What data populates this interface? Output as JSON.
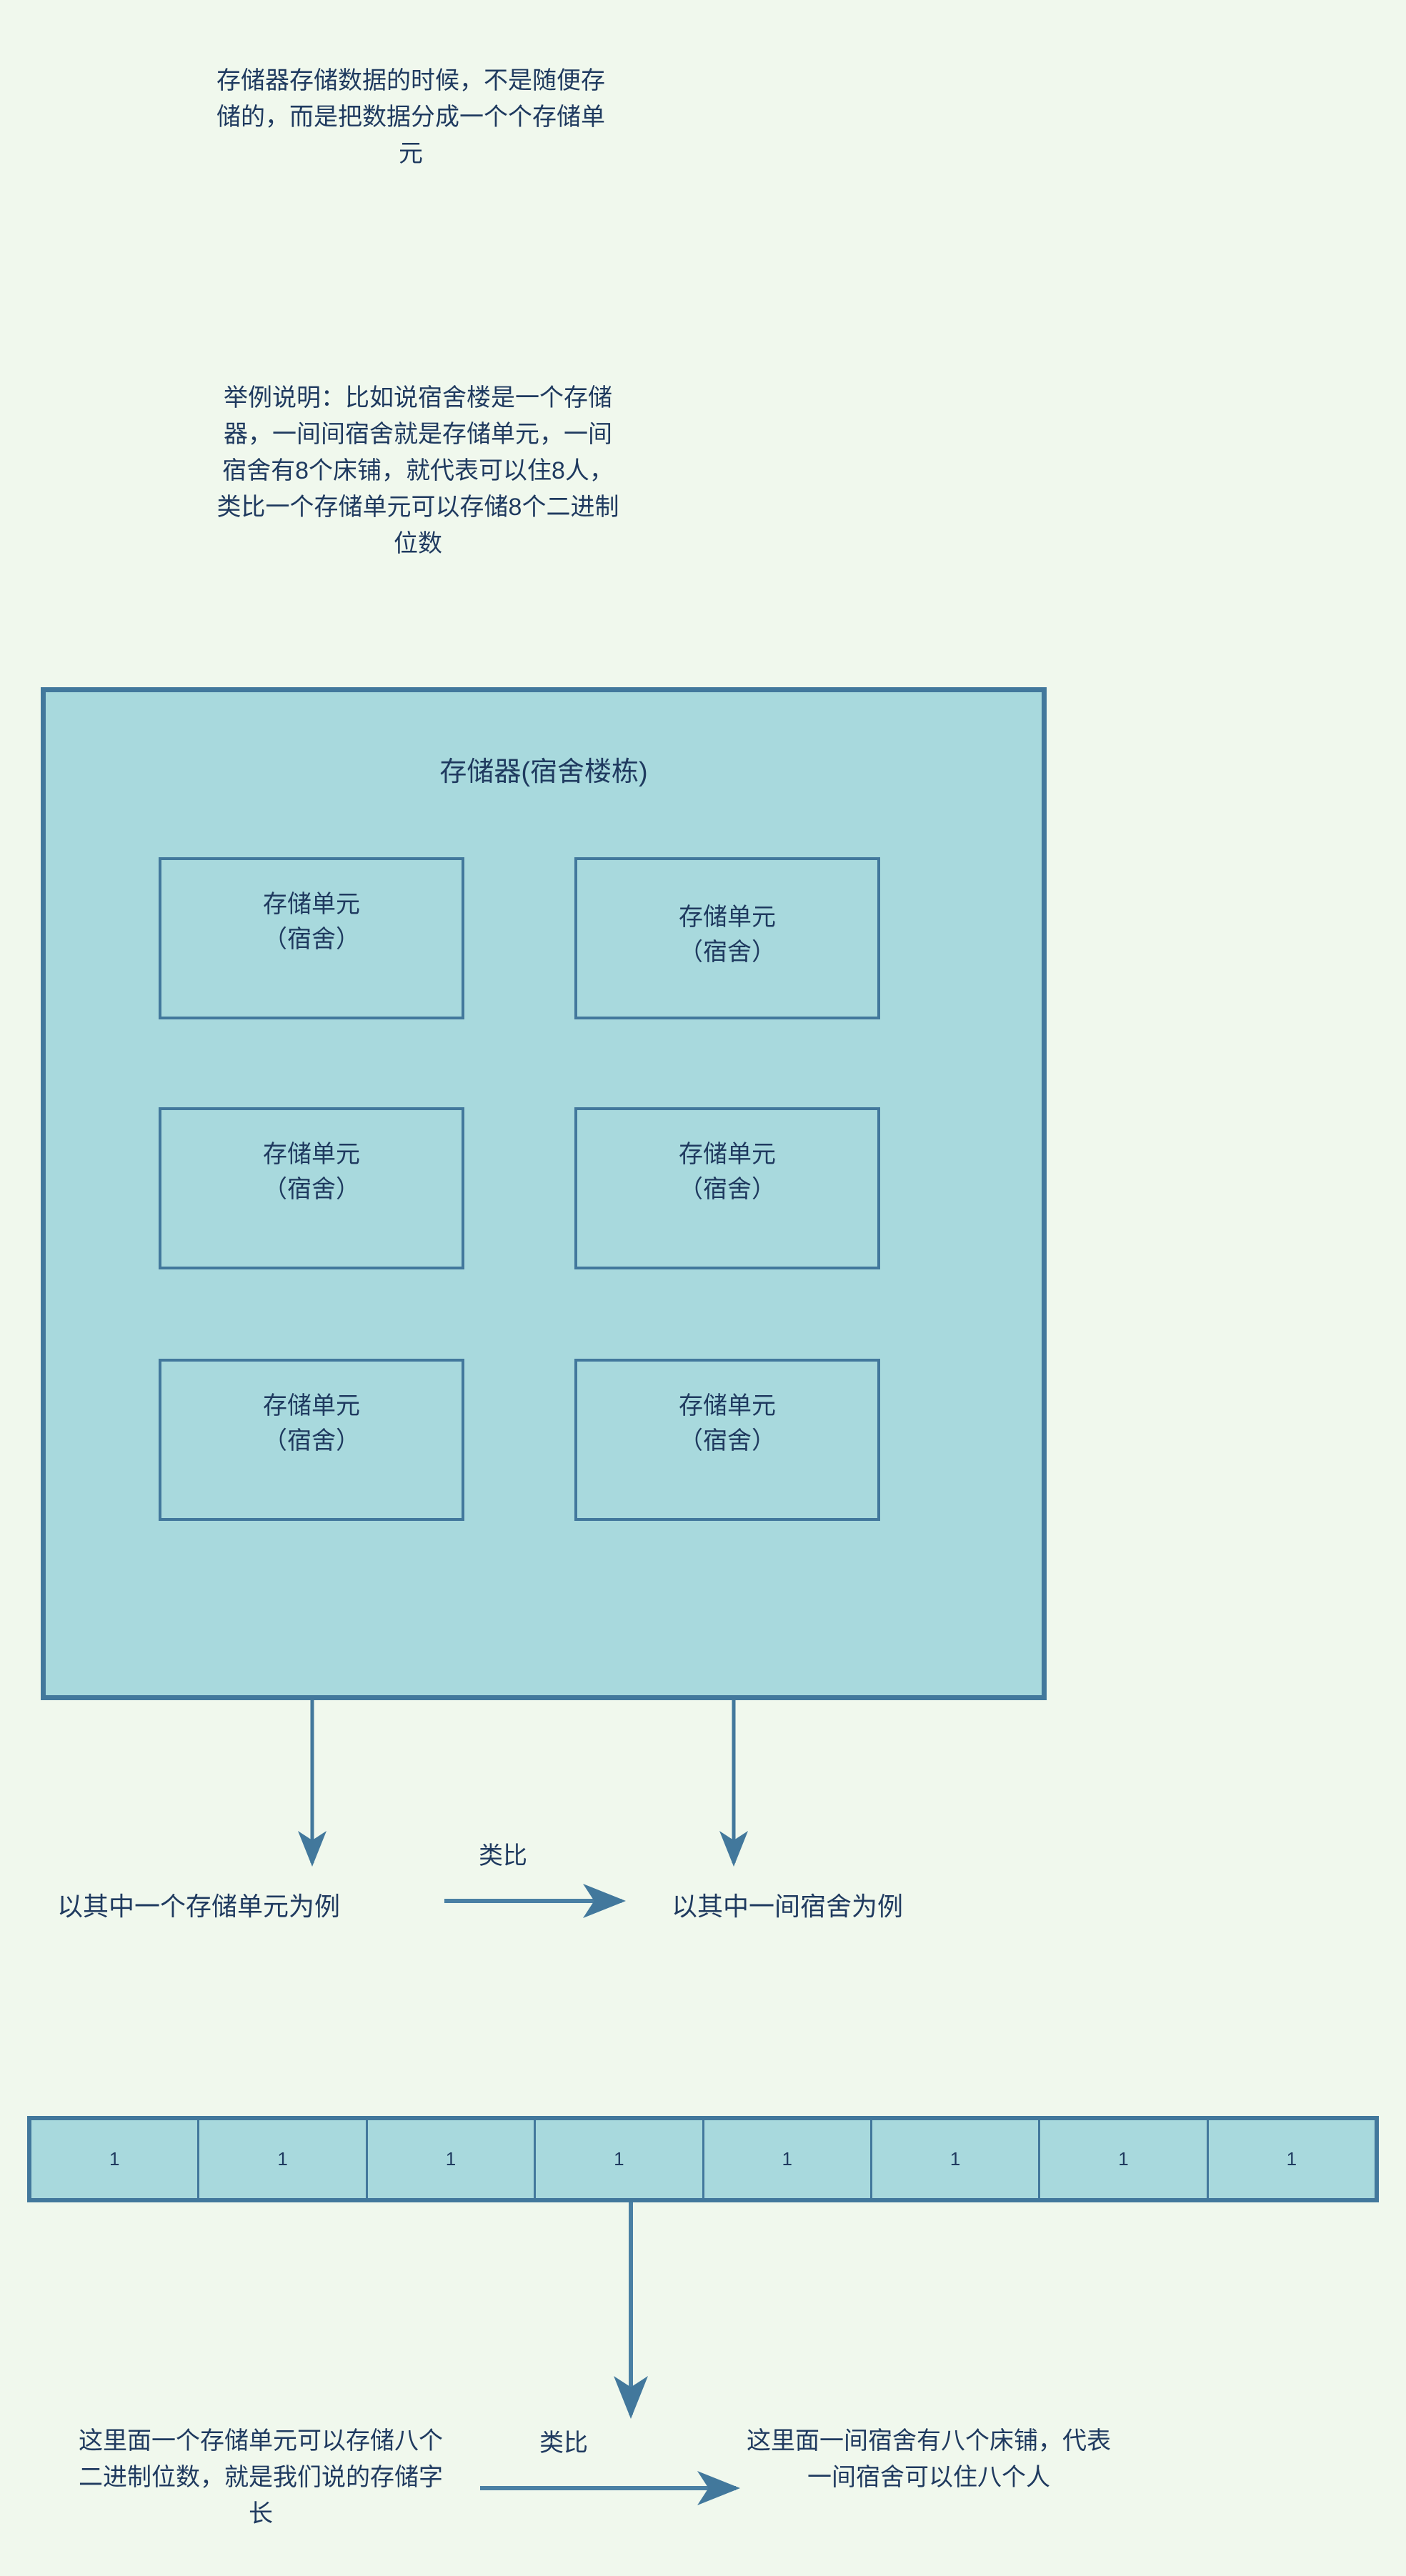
{
  "canvas": {
    "background_color": "#f0f8ed",
    "fill_color": "#a8d9dd",
    "border_color": "#42789c",
    "text_color": "#1f3a5f"
  },
  "notes": {
    "intro": "存储器存储数据的时候，不是随便存储的，而是把数据分成一个个存储单元",
    "example": "举例说明：比如说宿舍楼是一个存储器，一间间宿舍就是存储单元，一间宿舍有8个床铺，就代表可以住8人，类比一个存储单元可以存储8个二进制位数"
  },
  "memory": {
    "title": "存储器(宿舍楼栋)",
    "cells": [
      {
        "line1": "存储单元",
        "line2": "（宿舍）"
      },
      {
        "line1": "存储单元",
        "line2": "（宿舍）"
      },
      {
        "line1": "存储单元",
        "line2": "（宿舍）"
      },
      {
        "line1": "存储单元",
        "line2": "（宿舍）"
      },
      {
        "line1": "存储单元",
        "line2": "（宿舍）"
      },
      {
        "line1": "存储单元",
        "line2": "（宿舍）"
      }
    ]
  },
  "analogy_row": {
    "left_label": "以其中一个存储单元为例",
    "connector_label": "类比",
    "right_label": "以其中一间宿舍为例"
  },
  "bit_row": {
    "bits": [
      "1",
      "1",
      "1",
      "1",
      "1",
      "1",
      "1",
      "1"
    ]
  },
  "bottom": {
    "left_note": "这里面一个存储单元可以存储八个二进制位数，就是我们说的存储字长",
    "connector_label": "类比",
    "right_note": "这里面一间宿舍有八个床铺，代表一间宿舍可以住八个人"
  }
}
